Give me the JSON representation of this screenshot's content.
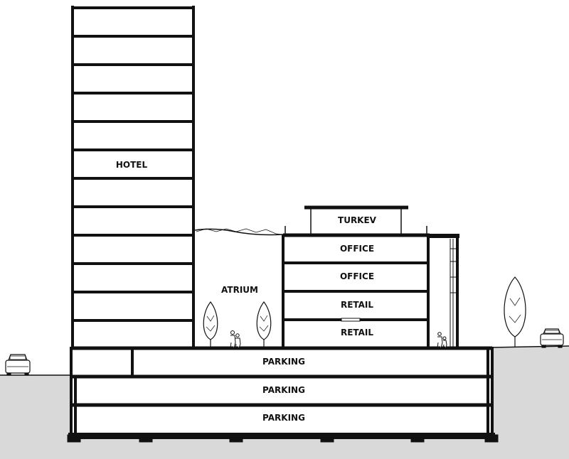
{
  "labels": {
    "hotel": "HOTEL",
    "atrium": "ATRIUM",
    "turkev": "TURKEV",
    "office_upper": "OFFICE",
    "office_lower": "OFFICE",
    "retail_upper": "RETAIL",
    "retail_lower": "RETAIL",
    "parking_upper": "PARKING",
    "parking_middle": "PARKING",
    "parking_lower": "PARKING"
  },
  "colors": {
    "line": "#111111",
    "ground": "#d9d9d9",
    "background": "#ffffff"
  }
}
